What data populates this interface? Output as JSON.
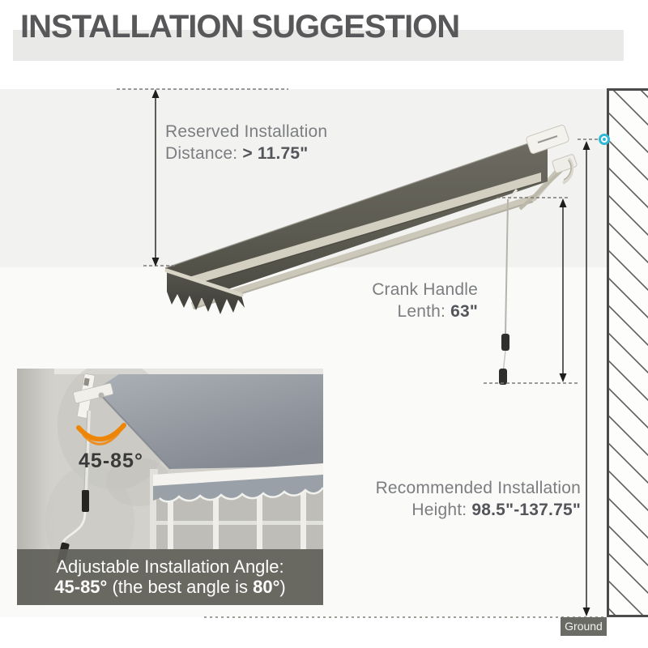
{
  "header": {
    "title": "INSTALLATION SUGGESTION"
  },
  "annotations": {
    "reserved": {
      "line1": "Reserved Installation",
      "label": "Distance: ",
      "value": "> 11.75\""
    },
    "crank": {
      "line1": "Crank Handle",
      "label": "Lenth: ",
      "value": "63\""
    },
    "height": {
      "line1": "Recommended Installation",
      "label": "Height: ",
      "value": "98.5\"-137.75\""
    },
    "ground": {
      "label": "Ground"
    }
  },
  "inset": {
    "angle_label": "45-85°",
    "caption": {
      "line1": "Adjustable Installation Angle:",
      "value1": "45-85°",
      "mid": " (the best angle is ",
      "value2": "80°",
      "end": ")"
    }
  },
  "icons": {
    "mount_marker": "cyan-dot-marker",
    "dimension_arrows": "double-headed-arrow",
    "angle_arc": "orange-angle-arc"
  },
  "colors": {
    "accent_orange": "#EF8506",
    "marker_cyan": "#2FB9D6",
    "header_text": "#58585A",
    "header_band": "#E9E9E8",
    "label_gray": "#7C7D80",
    "value_gray": "#54555A",
    "caption_bg": "#605F59",
    "ground_bg": "#6B6B66",
    "awning_fabric": "#5D5C52",
    "frame_beige": "#CCC8B9"
  }
}
